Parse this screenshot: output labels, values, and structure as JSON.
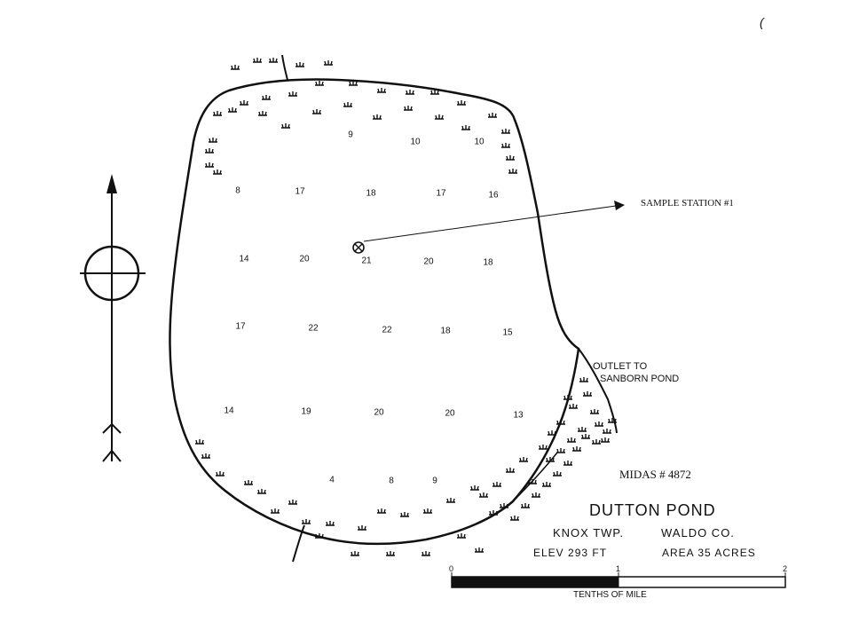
{
  "map": {
    "title": "DUTTON POND",
    "town": "KNOX TWP.",
    "county": "WALDO CO.",
    "elevation": "ELEV 293 FT",
    "area": "AREA 35 ACRES",
    "midas": "MIDAS # 4872",
    "sample_station": "SAMPLE STATION #1",
    "outlet_line1": "OUTLET TO",
    "outlet_line2": "SANBORN POND",
    "scale": {
      "label": "TENTHS OF MILE",
      "ticks": [
        "0",
        "1",
        "2"
      ]
    },
    "mark": "(",
    "depths": [
      "9",
      "10",
      "10",
      "8",
      "17",
      "18",
      "17",
      "16",
      "14",
      "20",
      "21",
      "20",
      "18",
      "17",
      "22",
      "22",
      "18",
      "15",
      "14",
      "19",
      "20",
      "20",
      "13",
      "4",
      "8",
      "9"
    ]
  }
}
